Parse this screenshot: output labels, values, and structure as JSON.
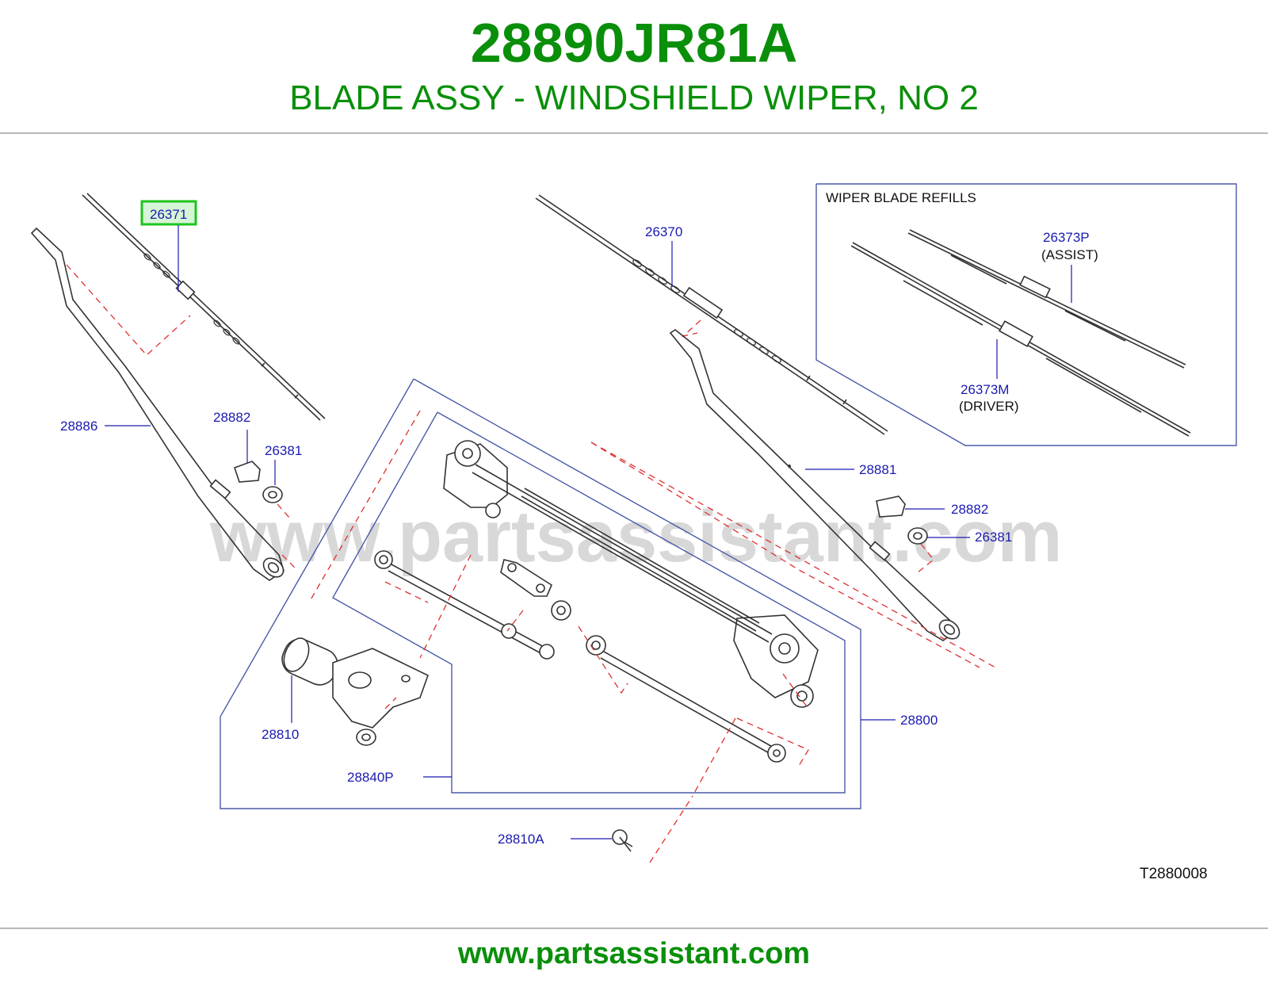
{
  "header": {
    "part_number": "28890JR81A",
    "description": "BLADE ASSY - WINDSHIELD WIPER, NO 2"
  },
  "diagram": {
    "watermark": "www.partsassistant.com",
    "refills_box_title": "WIPER   BLADE   REFILLS",
    "diagram_code": "T2880008",
    "callouts": {
      "p26371": "26371",
      "p26370": "26370",
      "p26373P": "26373P",
      "p26373P_note": "(ASSIST)",
      "p26373M": "26373M",
      "p26373M_note": "(DRIVER)",
      "p28886": "28886",
      "p28882_left": "28882",
      "p26381_left": "26381",
      "p28881": "28881",
      "p28882_right": "28882",
      "p26381_right": "26381",
      "p28800": "28800",
      "p28810": "28810",
      "p28840P": "28840P",
      "p28810A": "28810A"
    },
    "highlighted_callout": "26371",
    "colors": {
      "brand_green": "#0a8f0a",
      "callout_blue": "#1a1ab0",
      "dashed_red": "#e03030",
      "highlight_green": "#1ec41e"
    }
  },
  "footer": {
    "url": "www.partsassistant.com"
  }
}
